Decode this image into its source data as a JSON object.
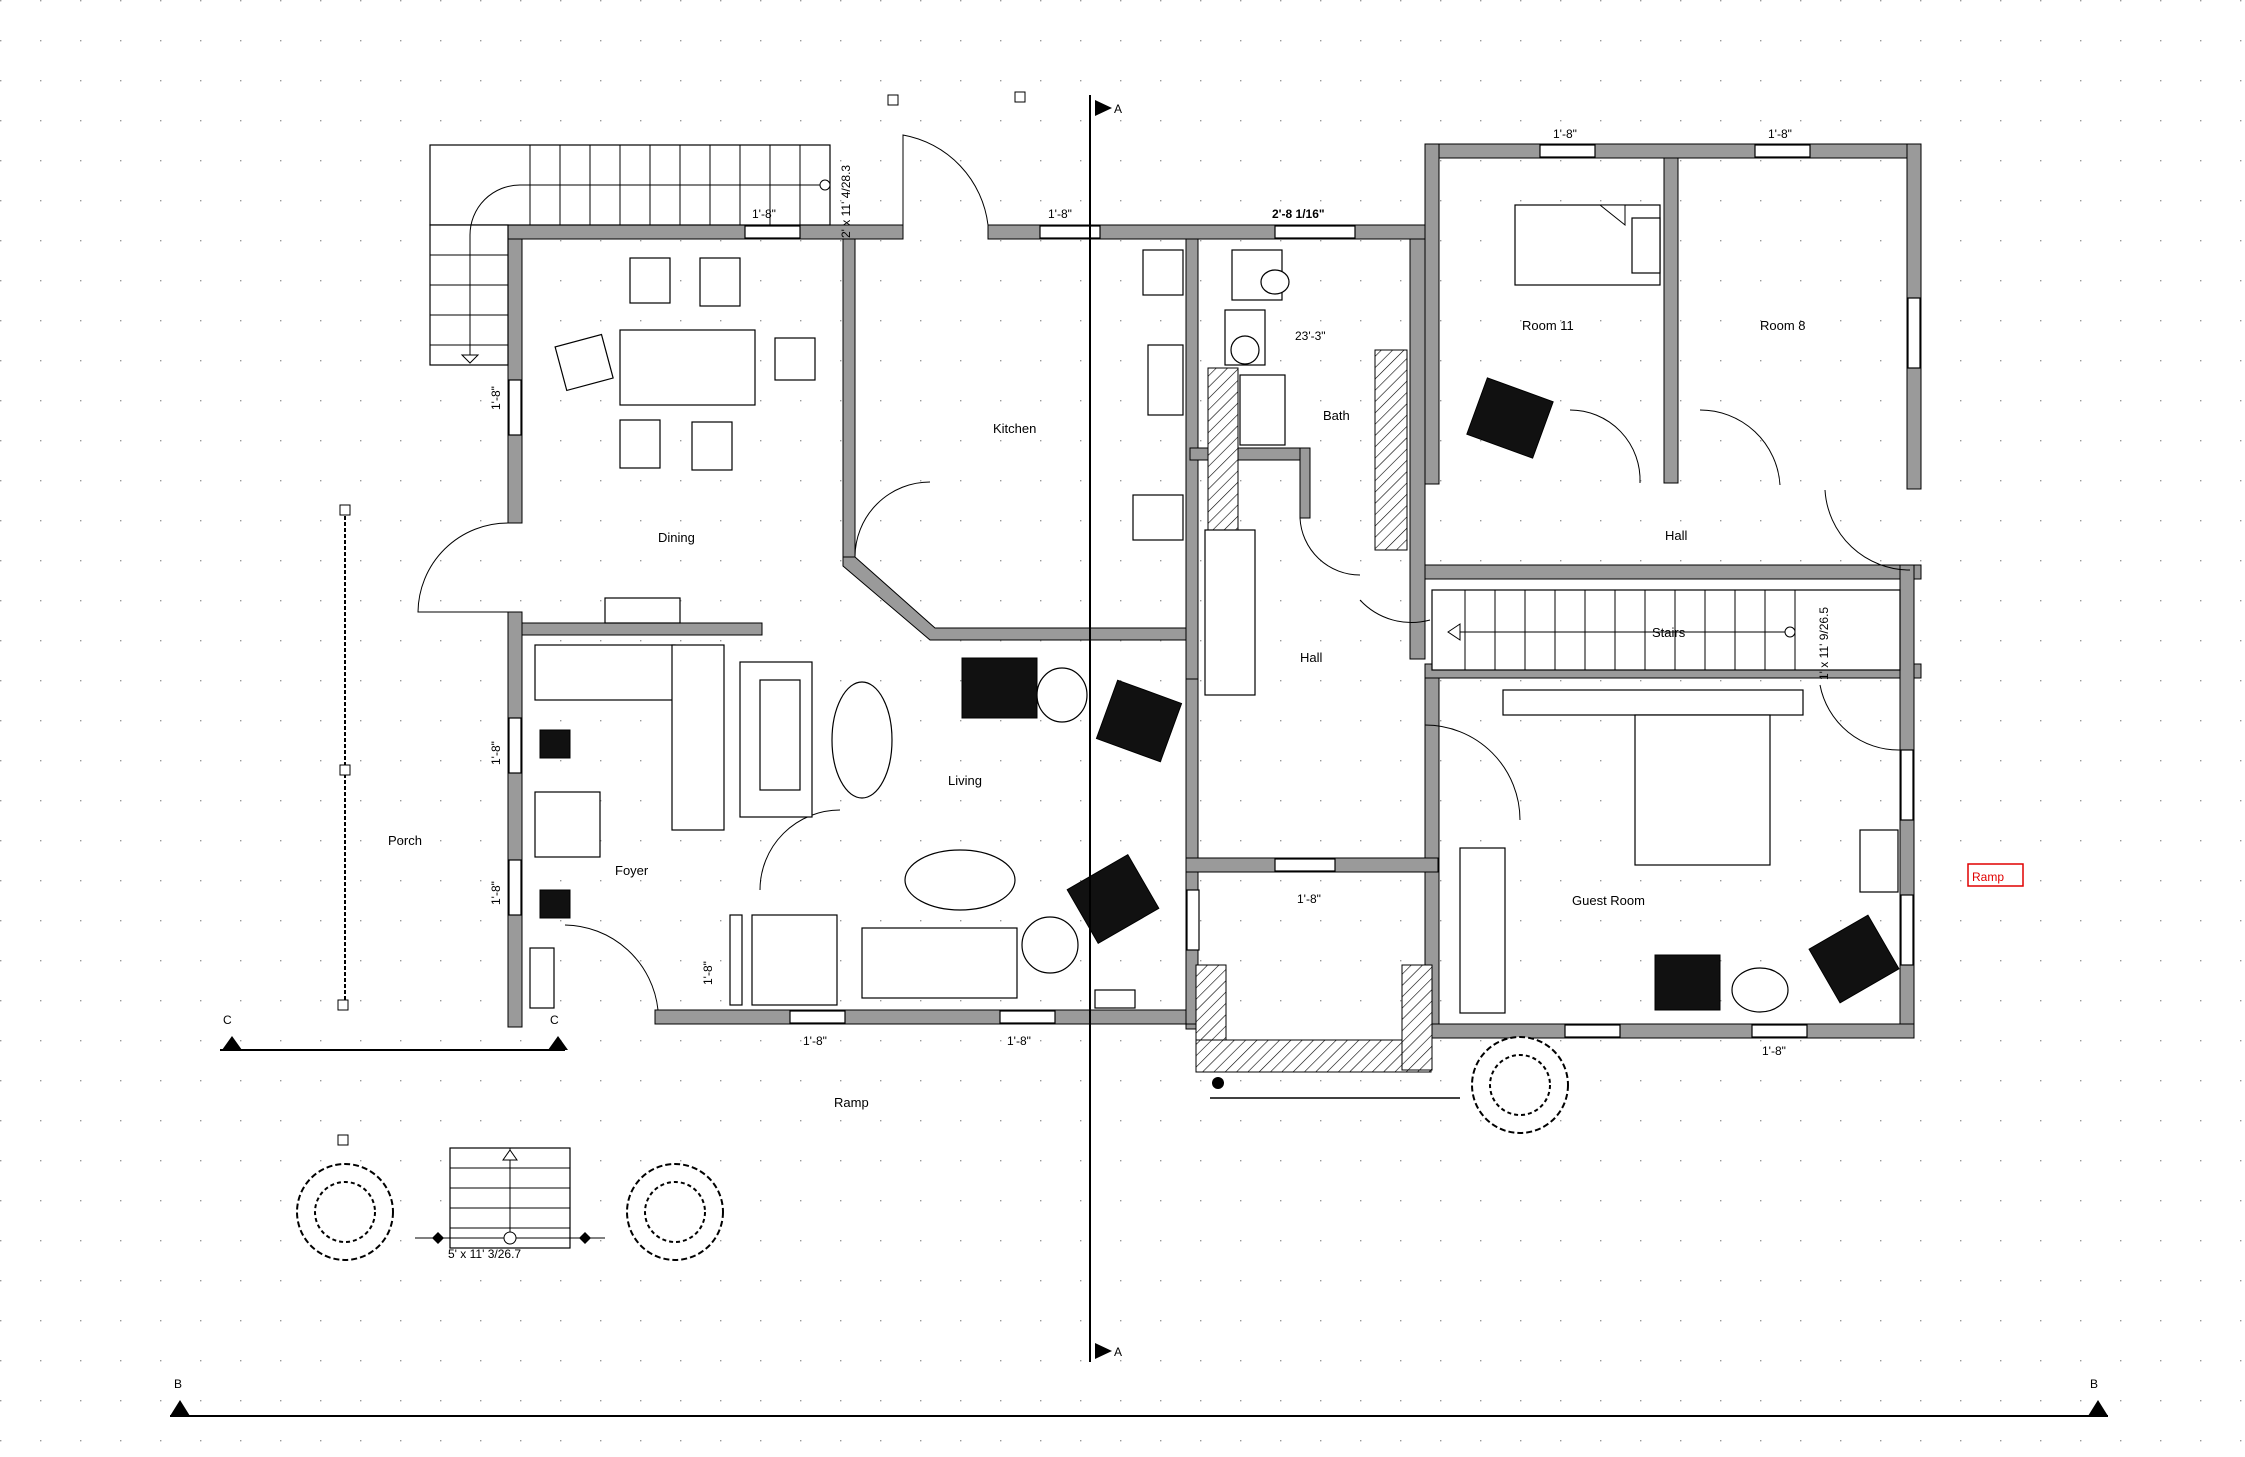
{
  "rooms": {
    "dining": "Dining",
    "kitchen": "Kitchen",
    "bath": "Bath",
    "room11": "Room 11",
    "room8": "Room 8",
    "hall_upper": "Hall",
    "hall_center": "Hall",
    "stairs": "Stairs",
    "living": "Living",
    "foyer": "Foyer",
    "porch": "Porch",
    "guest_room": "Guest Room",
    "ramp": "Ramp"
  },
  "tag": {
    "ramp_label": "Ramp",
    "color": "#e00000"
  },
  "dimensions": {
    "dim_1": "1'-8\"",
    "dim_2": "1'-8\"",
    "dim_3": "2'-8 1/16\"",
    "dim_4": "1'-8\"",
    "dim_5": "1'-8\"",
    "dim_6": "23'-3\"",
    "dim_7": "1'-8\"",
    "dim_8": "1'-8\"",
    "dim_9": "1'-8\"",
    "dim_10": "1'-8\"",
    "dim_11": "1'-8\"",
    "dim_12": "1'-8\"",
    "dim_13": "1'-8\"",
    "dim_14": "1'-8\"",
    "stair_top": "2' x 11' 4/28.3",
    "stair_hall": "1' x 11' 9/26.5",
    "stair_front": "5' x 11' 3/26.7"
  },
  "section_marks": {
    "c_left": "C",
    "c_right": "C",
    "b_left": "B",
    "b_right": "B",
    "a_top": "A",
    "a_bottom": "A"
  }
}
